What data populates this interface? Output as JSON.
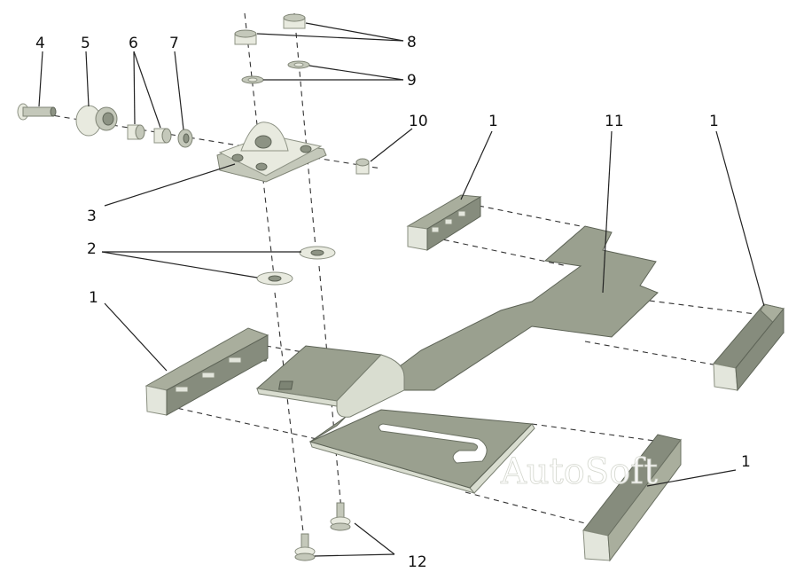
{
  "callouts": {
    "c1a": "1",
    "c1b": "1",
    "c1c": "1",
    "c1d": "1",
    "c2": "2",
    "c3": "3",
    "c4": "4",
    "c5": "5",
    "c6": "6",
    "c7": "7",
    "c8": "8",
    "c9": "9",
    "c10": "10",
    "c11": "11",
    "c12": "12"
  },
  "watermark": "AutoSoft"
}
